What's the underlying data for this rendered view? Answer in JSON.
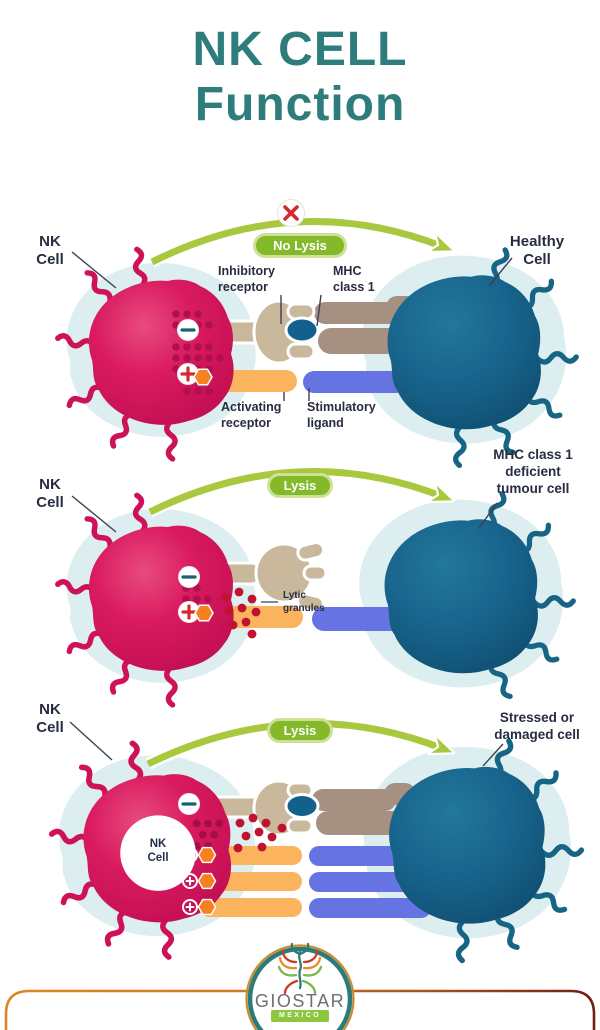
{
  "title": {
    "line1": "NK CELL",
    "line2": "Function"
  },
  "panels": [
    {
      "name": "no-lysis-healthy-cell",
      "nk_cell_label": "NK\nCell",
      "badge": "No Lysis",
      "right_cell_label": "Healthy\nCell",
      "inhibitory_receptor_label": "Inhibitory\nreceptor",
      "mhc_class1_label": "MHC\nclass 1",
      "activating_receptor_label": "Activating\nreceptor",
      "stimulatory_ligand_label": "Stimulatory\nligand"
    },
    {
      "name": "lysis-mhc-deficient",
      "nk_cell_label": "NK\nCell",
      "badge": "Lysis",
      "right_cell_label": "MHC class 1\ndeficient\ntumour cell",
      "lytic_granules_label": "Lytic\ngranules"
    },
    {
      "name": "lysis-stressed-cell",
      "nk_cell_label": "NK\nCell",
      "badge": "Lysis",
      "right_cell_label": "Stressed or\ndamaged cell",
      "nk_cell_inner_label": "NK\nCell"
    }
  ],
  "footer": {
    "brand": "GIOSTAR",
    "region": "MEXICO"
  },
  "colors": {
    "title_teal": "#2E7D7C",
    "nk_cell_pink": "#D6195E",
    "target_cell_teal": "#16618A",
    "cell_halo": "#DCEEF0",
    "arrow_green": "#A9C83E",
    "badge_green": "#84BA29",
    "inhibitory_tan": "#C9B89B",
    "mhc_brown": "#A69081",
    "activating_orange": "#FCB35E",
    "stimulatory_blue": "#6673E2",
    "granule_red": "#C01331",
    "x_red": "#D7282F",
    "label_dark": "#272D41",
    "logo_gold": "#CE8B2B",
    "logo_teal": "#2A7C7B",
    "mexico_green": "#8DC63F",
    "giostar_gray": "#6E6F72"
  }
}
